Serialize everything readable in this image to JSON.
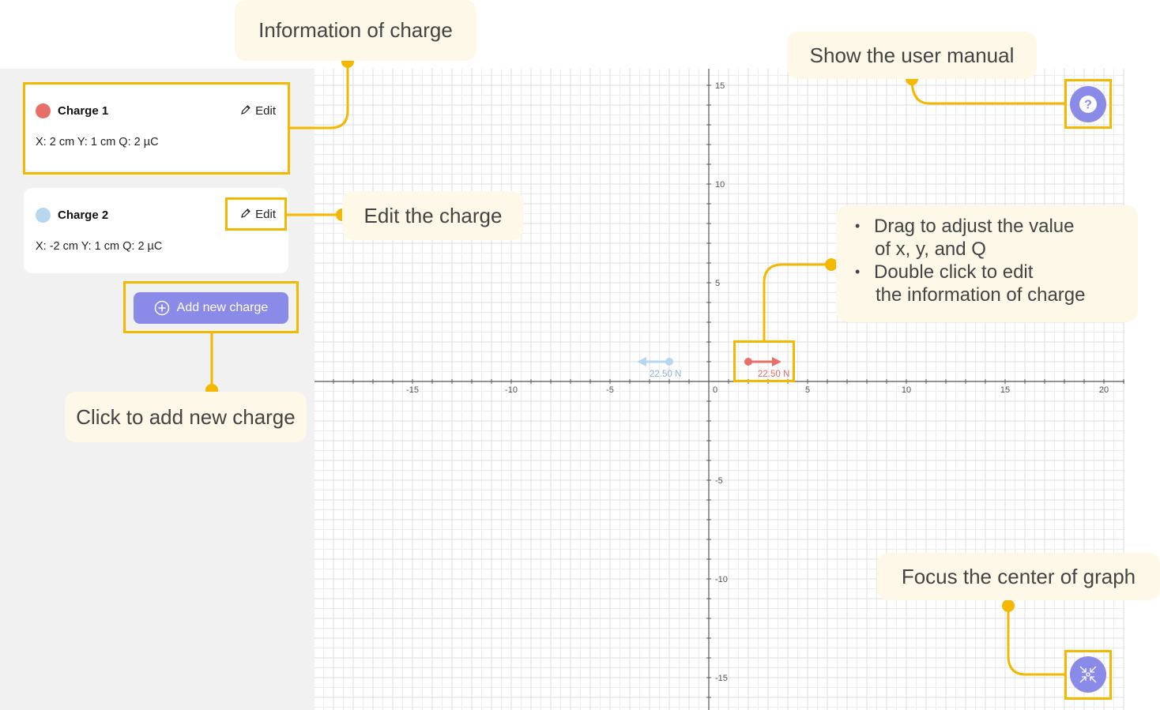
{
  "charges": [
    {
      "title": "Charge 1",
      "edit": "Edit",
      "info": "X: 2 cm Y: 1 cm Q: 2 µC",
      "color": "#e86f68"
    },
    {
      "title": "Charge 2",
      "edit": "Edit",
      "info": "X: -2 cm Y: 1 cm Q: 2 µC",
      "color": "#b7d7f0"
    }
  ],
  "add_button": {
    "label": "Add new charge"
  },
  "callouts": {
    "info": "Information of charge",
    "edit": "Edit the charge",
    "add": "Click to add new charge",
    "manual": "Show the user manual",
    "drag_line1": "Drag to adjust the value",
    "drag_line1b": "of x, y, and Q",
    "drag_line2": "Double click to edit",
    "drag_line2b": "the information of charge",
    "focus": "Focus the center of graph"
  },
  "graph": {
    "x_ticks": [
      "-15",
      "-10",
      "-5",
      "0",
      "5",
      "10",
      "15",
      "20"
    ],
    "y_ticks": [
      "15",
      "10",
      "5",
      "-5",
      "-10",
      "-15"
    ],
    "force_label_1": "22.50 N",
    "force_label_2": "22.50 N"
  },
  "icons": {
    "help_button": "question-icon",
    "focus_button": "focus-center-icon",
    "edit": "pencil-icon",
    "add": "plus-circle-icon"
  },
  "colors": {
    "accent": "#8a8ae8",
    "highlight": "#f4b800",
    "callout_bg": "#fdf8e7",
    "charge1": "#e86f68",
    "charge2": "#b7d7f0"
  }
}
